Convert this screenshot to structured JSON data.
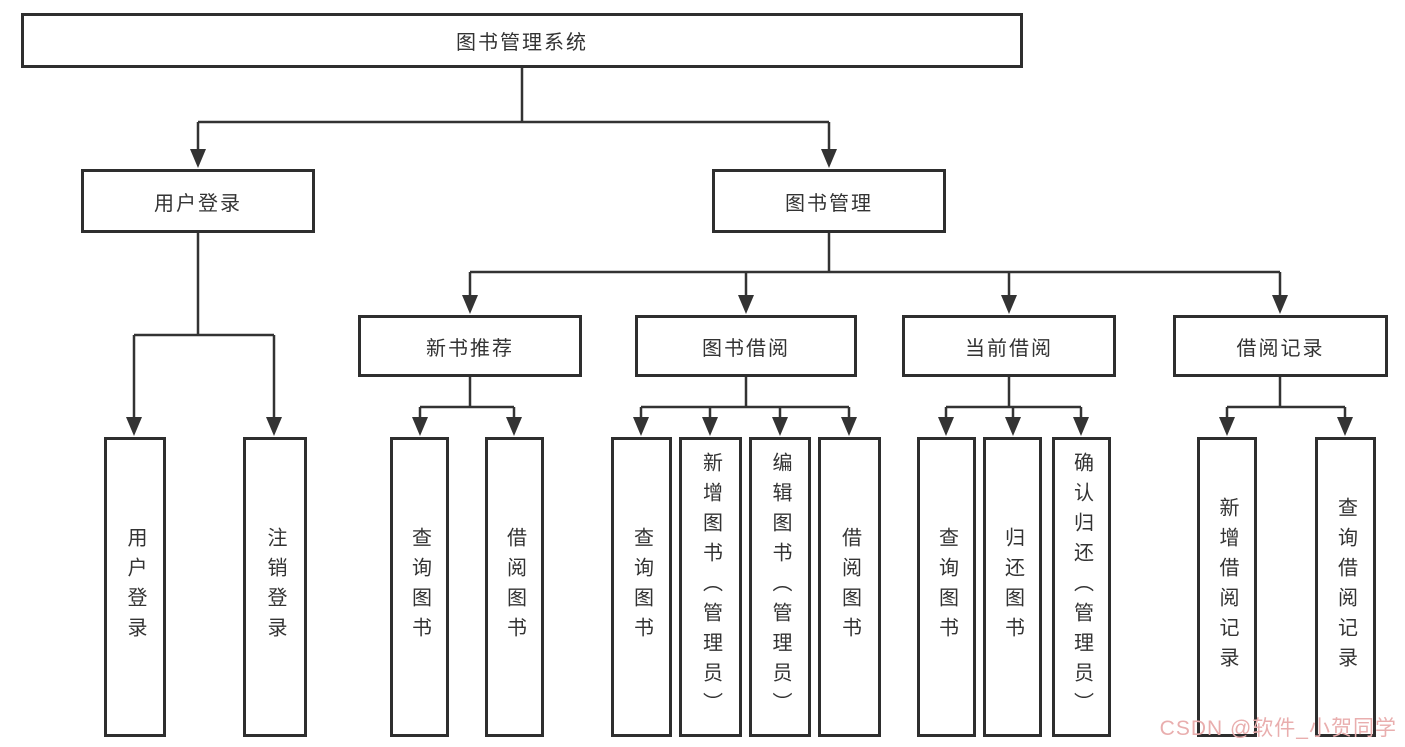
{
  "tree": {
    "root": {
      "label": "图书管理系统",
      "children": [
        {
          "label": "用户登录",
          "children": [
            {
              "label": "用户登录"
            },
            {
              "label": "注销登录"
            }
          ]
        },
        {
          "label": "图书管理",
          "children": [
            {
              "label": "新书推荐",
              "children": [
                {
                  "label": "查询图书"
                },
                {
                  "label": "借阅图书"
                }
              ]
            },
            {
              "label": "图书借阅",
              "children": [
                {
                  "label": "查询图书"
                },
                {
                  "label": "新增图书（管理员）"
                },
                {
                  "label": "编辑图书（管理员）"
                },
                {
                  "label": "借阅图书"
                }
              ]
            },
            {
              "label": "当前借阅",
              "children": [
                {
                  "label": "查询图书"
                },
                {
                  "label": "归还图书"
                },
                {
                  "label": "确认归还（管理员）"
                }
              ]
            },
            {
              "label": "借阅记录",
              "children": [
                {
                  "label": "新增借阅记录"
                },
                {
                  "label": "查询借阅记录"
                }
              ]
            }
          ]
        }
      ]
    }
  },
  "watermark": {
    "text": "CSDN @软件_小贺同学"
  },
  "colors": {
    "line": "#333333",
    "box_border": "#2e2e2e",
    "text": "#333333",
    "watermark": "#e9aeae",
    "background": "#ffffff"
  }
}
